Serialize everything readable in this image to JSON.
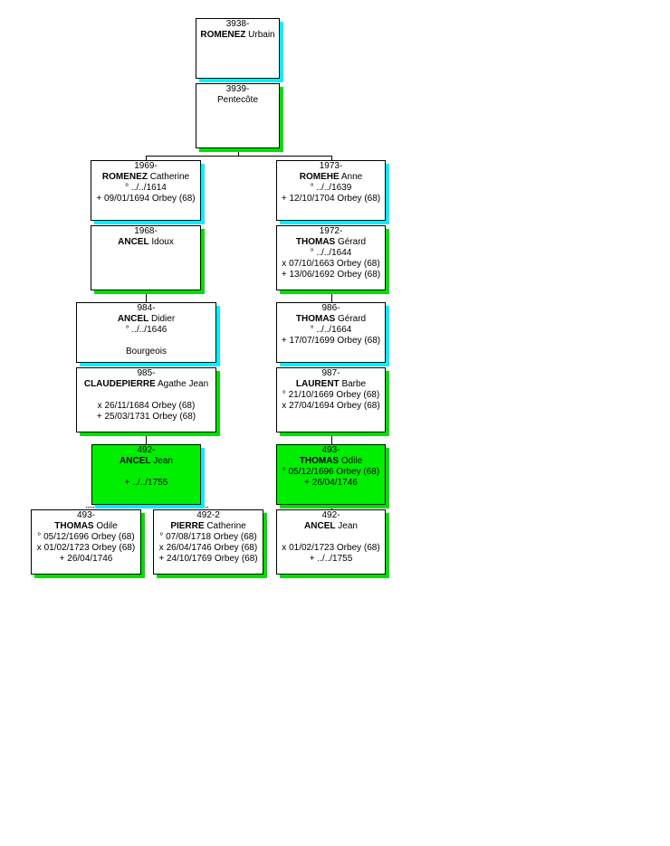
{
  "colors": {
    "shadow_cyan": "#00f0ff",
    "shadow_green": "#00e000",
    "highlight_fill": "#00ee00"
  },
  "nodes": [
    {
      "id": "n3938",
      "number": "3938-",
      "surname": "ROMENEZ",
      "given": "Urbain",
      "lines": [],
      "shadow": "cyan",
      "highlight": false
    },
    {
      "id": "n3939",
      "number": "3939-",
      "surname": "",
      "given": "Pentecôte",
      "lines": [],
      "shadow": "green",
      "highlight": false
    },
    {
      "id": "n1969",
      "number": "1969-",
      "surname": "ROMENEZ",
      "given": "Catherine",
      "lines": [
        "° ../../1614",
        "+ 09/01/1694 Orbey (68)"
      ],
      "shadow": "cyan",
      "highlight": false
    },
    {
      "id": "n1973",
      "number": "1973-",
      "surname": "ROMEHE",
      "given": "Anne",
      "lines": [
        "° ../../1639",
        "+ 12/10/1704 Orbey (68)"
      ],
      "shadow": "cyan",
      "highlight": false
    },
    {
      "id": "n1968",
      "number": "1968-",
      "surname": "ANCEL",
      "given": "Idoux",
      "lines": [],
      "shadow": "green",
      "highlight": false
    },
    {
      "id": "n1972",
      "number": "1972-",
      "surname": "THOMAS",
      "given": "Gérard",
      "lines": [
        "° ../../1644",
        "x 07/10/1663 Orbey (68)",
        "+ 13/06/1692 Orbey (68)"
      ],
      "shadow": "green",
      "highlight": false
    },
    {
      "id": "n984",
      "number": "984-",
      "surname": "ANCEL",
      "given": "Didier",
      "lines": [
        "° ../../1646",
        "",
        "Bourgeois"
      ],
      "shadow": "cyan",
      "highlight": false
    },
    {
      "id": "n986",
      "number": "986-",
      "surname": "THOMAS",
      "given": "Gérard",
      "lines": [
        "° ../../1664",
        "+ 17/07/1699 Orbey (68)"
      ],
      "shadow": "cyan",
      "highlight": false
    },
    {
      "id": "n985",
      "number": "985-",
      "surname": "CLAUDEPIERRE",
      "given": "Agathe Jean",
      "lines": [
        "",
        "x 26/11/1684 Orbey (68)",
        "+ 25/03/1731 Orbey (68)"
      ],
      "shadow": "green",
      "highlight": false
    },
    {
      "id": "n987",
      "number": "987-",
      "surname": "LAURENT",
      "given": "Barbe",
      "lines": [
        "° 21/10/1669 Orbey (68)",
        "x 27/04/1694 Orbey (68)"
      ],
      "shadow": "green",
      "highlight": false
    },
    {
      "id": "n492",
      "number": "492-",
      "surname": "ANCEL",
      "given": "Jean",
      "lines": [
        "",
        "+ ../../1755"
      ],
      "shadow": "cyan",
      "highlight": true
    },
    {
      "id": "n493",
      "number": "493-",
      "surname": "THOMAS",
      "given": "Odile",
      "lines": [
        "° 05/12/1696 Orbey (68)",
        "+ 26/04/1746"
      ],
      "shadow": "green",
      "highlight": true
    },
    {
      "id": "s493",
      "number": "493-",
      "surname": "THOMAS",
      "given": "Odile",
      "lines": [
        "° 05/12/1696 Orbey (68)",
        "x 01/02/1723 Orbey (68)",
        "+ 26/04/1746"
      ],
      "shadow": "green",
      "highlight": false
    },
    {
      "id": "s4922",
      "number": "492-2",
      "surname": "PIERRE",
      "given": "Catherine",
      "lines": [
        "° 07/08/1718 Orbey (68)",
        "x 26/04/1746 Orbey (68)",
        "+ 24/10/1769 Orbey (68)"
      ],
      "shadow": "green",
      "highlight": false
    },
    {
      "id": "s492",
      "number": "492-",
      "surname": "ANCEL",
      "given": "Jean",
      "lines": [
        "",
        "x 01/02/1723 Orbey (68)",
        "+ ../../1755"
      ],
      "shadow": "green",
      "highlight": false
    }
  ]
}
